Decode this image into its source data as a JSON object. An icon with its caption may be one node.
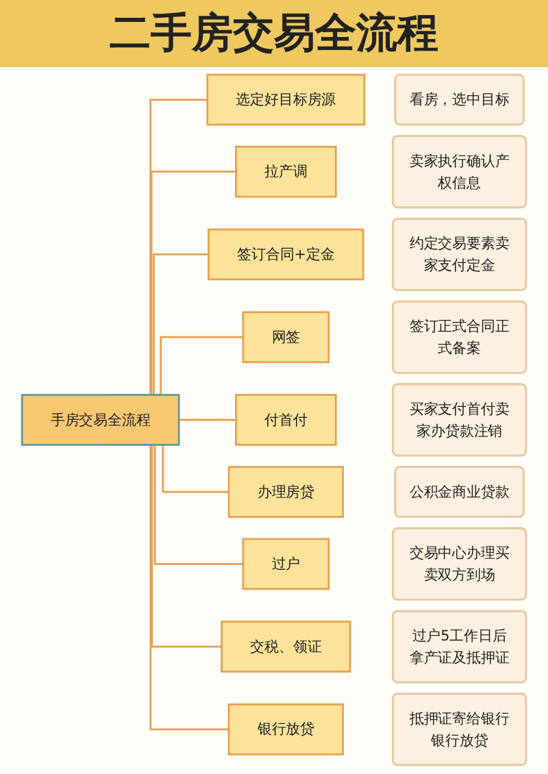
{
  "diagram": {
    "title": "二手房交易全流程",
    "nodes": [
      {
        "text": [
          "手房交易全流程"
        ]
      },
      {
        "text": [
          "选定好目标房源"
        ]
      },
      {
        "text": [
          "看房，选中目标"
        ]
      },
      {
        "text": [
          "拉产调"
        ]
      },
      {
        "text": [
          "卖家执行确认产权信息"
        ]
      },
      {
        "text": [
          "签订合同+定金"
        ]
      },
      {
        "text": [
          "约定交易要素卖家支付定金"
        ]
      },
      {
        "text": [
          "网签"
        ]
      },
      {
        "text": [
          "签订正式合同正式备案"
        ]
      },
      {
        "text": [
          "付首付"
        ]
      },
      {
        "text": [
          "买家支付首付卖家办贷款注销"
        ]
      },
      {
        "text": [
          "办理房贷"
        ]
      },
      {
        "text": [
          "公积金商业贷款"
        ]
      },
      {
        "text": [
          "过户"
        ]
      },
      {
        "text": [
          "交易中心办理买卖双方到场"
        ]
      },
      {
        "text": [
          "交税、领证"
        ]
      },
      {
        "text": [
          "过户5工作日后拿产证及抵押证"
        ]
      },
      {
        "text": [
          "银行放贷"
        ]
      },
      {
        "text": [
          "抵押证寄给银行银行放贷"
        ]
      }
    ],
    "edges": [
      {
        "from": 0,
        "to": 1,
        "arrow": "none"
      },
      {
        "from": 0,
        "to": 3,
        "arrow": "none"
      },
      {
        "from": 0,
        "to": 5,
        "arrow": "none"
      },
      {
        "from": 0,
        "to": 7,
        "arrow": "none"
      },
      {
        "from": 0,
        "to": 9,
        "arrow": "none"
      },
      {
        "from": 0,
        "to": 11,
        "arrow": "none"
      },
      {
        "from": 0,
        "to": 13,
        "arrow": "none"
      },
      {
        "from": 0,
        "to": 15,
        "arrow": "none"
      },
      {
        "from": 0,
        "to": 17,
        "arrow": "none"
      }
    ]
  }
}
